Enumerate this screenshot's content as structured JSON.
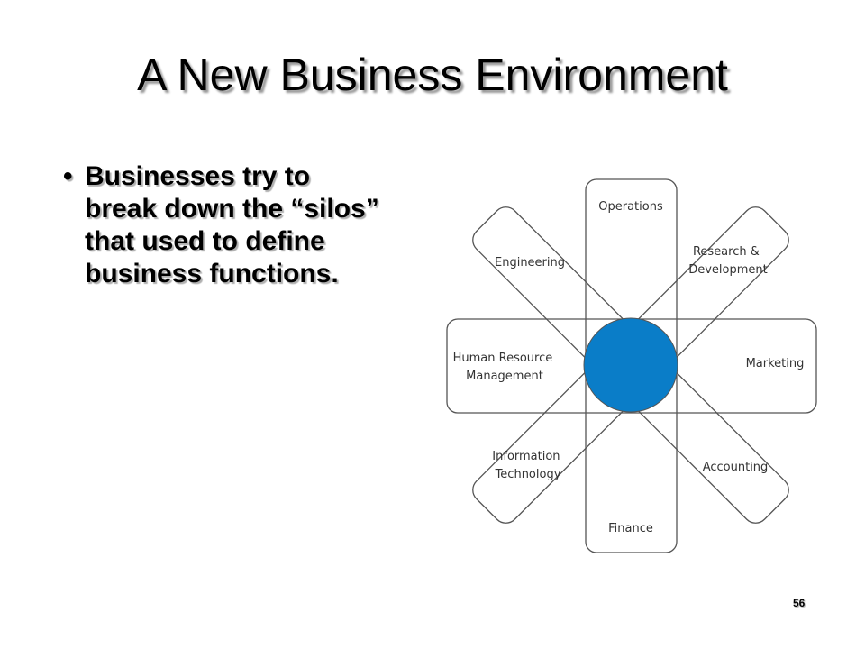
{
  "slide": {
    "title": "A New Business Environment",
    "bullets": [
      {
        "marker": "•",
        "lines": [
          "Businesses try to",
          "break down the “silos”",
          "that used to define",
          "business functions."
        ]
      }
    ],
    "page_number": "56"
  },
  "diagram": {
    "functions": {
      "operations": [
        "Operations"
      ],
      "research": [
        "Research &",
        "Development"
      ],
      "marketing": [
        "Marketing"
      ],
      "accounting": [
        "Accounting"
      ],
      "finance": [
        "Finance"
      ],
      "it": [
        "Information",
        "Technology"
      ],
      "hr": [
        "Human Resource",
        "Management"
      ],
      "engineering": [
        "Engineering"
      ]
    },
    "colors": {
      "outline": "#555555",
      "center_fill": "#0a7dc8"
    }
  }
}
